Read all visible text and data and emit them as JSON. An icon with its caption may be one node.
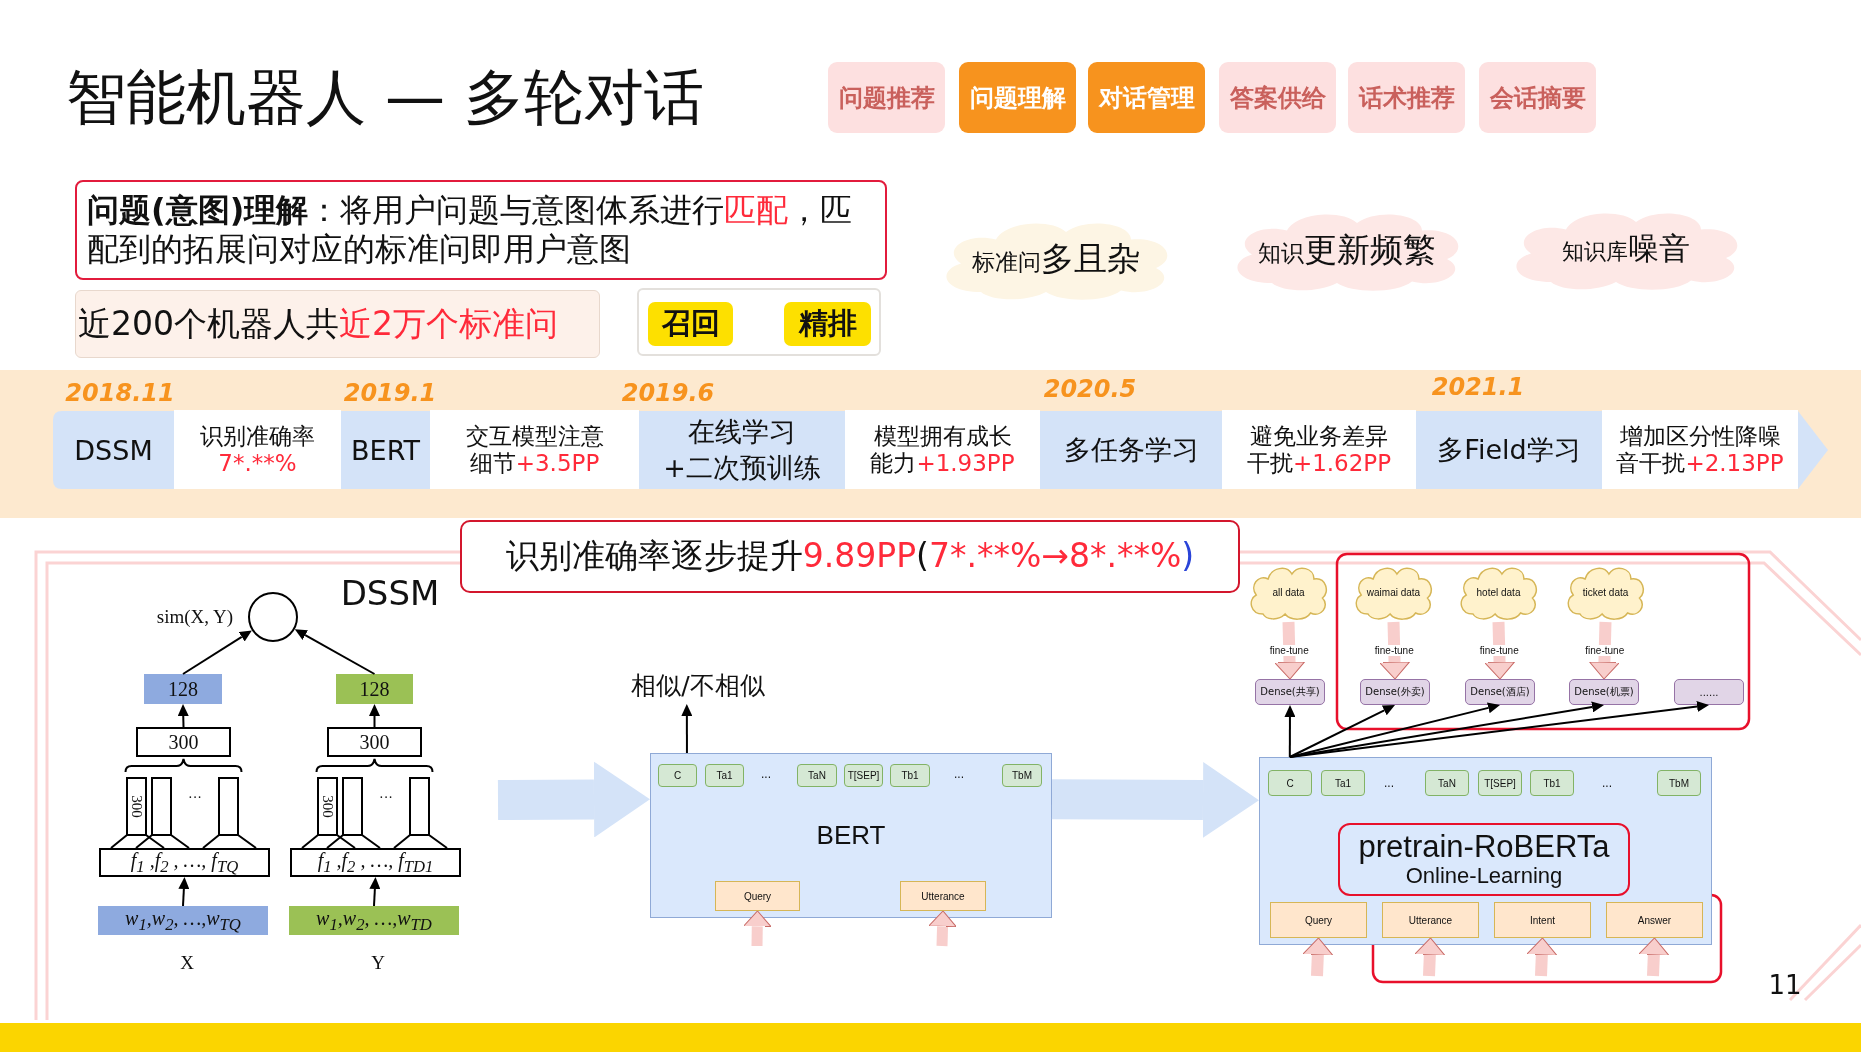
{
  "diagram": {
    "title": "智能机器人 — 多轮对话",
    "nodes": [
      {
        "text": [
          "问题推荐"
        ]
      },
      {
        "text": [
          "问题理解"
        ]
      },
      {
        "text": [
          "对话管理"
        ]
      },
      {
        "text": [
          "答案供给"
        ]
      },
      {
        "text": [
          "话术推荐"
        ]
      },
      {
        "text": [
          "会话摘要"
        ]
      },
      {
        "text": [
          "**问题(意图)理解**：将用户问题与意图体系进行",
          "匹配",
          "，匹配到的拓展问对应的标准问即用户意图"
        ]
      },
      {
        "text": [
          "近200个机器人共",
          "近2万个标准问"
        ]
      },
      {
        "text": [],
        "shape": "box"
      },
      {
        "text": [
          "召回"
        ],
        "in": 8
      },
      {
        "text": [
          "精排"
        ],
        "in": 8
      },
      {
        "text": [
          "标准问",
          "多且杂"
        ]
      },
      {
        "text": [
          "知识",
          "更新频繁"
        ]
      },
      {
        "text": [
          "知识库",
          "噪音"
        ]
      },
      {
        "text": [
          "DSSM"
        ]
      },
      {
        "text": [
          "识别准确率",
          "7*.**%"
        ]
      },
      {
        "text": [
          "BERT"
        ]
      },
      {
        "text": [
          "交互模型注意细节",
          "+3.5PP"
        ]
      },
      {
        "text": [
          "在线学习 +二次预训练"
        ]
      },
      {
        "text": [
          "模型拥有成长能力",
          "+1.93PP"
        ]
      },
      {
        "text": [
          "多任务学习"
        ]
      },
      {
        "text": [
          "避免业务差异干扰",
          "+1.62PP"
        ]
      },
      {
        "text": [
          "多Field学习"
        ]
      },
      {
        "text": [
          "增加区分性降噪音干扰",
          "+2.13PP"
        ]
      },
      {
        "text": [
          "识别准确率逐步提升",
          "9.89PP",
          "(",
          "7*.**%→8*.**%",
          ")"
        ]
      },
      {
        "text": [],
        "shape": "circle",
        "beside": [
          "sim(X, Y)"
        ]
      },
      {
        "text": [
          "128"
        ]
      },
      {
        "text": [
          "128"
        ]
      },
      {
        "text": [
          "300"
        ]
      },
      {
        "text": [
          "300"
        ]
      },
      {
        "text": [
          "f$_{1}$ ,f$_{2}$ , …, f$_{TQ}$"
        ]
      },
      {
        "text": [
          "f$_{1}$ ,f$_{2}$ , …, f$_{TD1}$"
        ]
      },
      {
        "text": [
          "w$_{1}$,w$_{2}$, …,w$_{TQ}$"
        ],
        "beside": [
          "X"
        ]
      },
      {
        "text": [
          "w$_{1}$,w$_{2}$, …,w$_{TD}$"
        ],
        "beside": [
          "Y"
        ]
      },
      {
        "text": [
          "相似/不相似"
        ]
      },
      {
        "text": [
          "BERT"
        ]
      },
      {
        "text": [
          "C"
        ],
        "in": 35
      },
      {
        "text": [
          "Ta1"
        ],
        "in": 35
      },
      {
        "text": [
          "TaN"
        ],
        "in": 35
      },
      {
        "text": [
          "T[SEP]"
        ],
        "in": 35
      },
      {
        "text": [
          "Tb1"
        ],
        "in": 35
      },
      {
        "text": [
          "TbM"
        ],
        "in": 35
      },
      {
        "text": [
          "Query"
        ],
        "in": 35
      },
      {
        "text": [
          "Utterance"
        ],
        "in": 35
      },
      {
        "text": [
          "all data"
        ]
      },
      {
        "text": [
          "waimai data"
        ]
      },
      {
        "text": [
          "hotel data"
        ]
      },
      {
        "text": [
          "ticket data"
        ]
      },
      {
        "text": [
          "Dense(共享)"
        ]
      },
      {
        "text": [
          "Dense(外卖)"
        ]
      },
      {
        "text": [
          "Dense(酒店)"
        ]
      },
      {
        "text": [
          "Dense(机票)"
        ]
      },
      {
        "text": [
          "......"
        ]
      },
      {
        "text": [],
        "shape": "box"
      },
      {
        "text": [
          "C"
        ],
        "in": 53
      },
      {
        "text": [
          "Ta1"
        ],
        "in": 53
      },
      {
        "text": [
          "TaN"
        ],
        "in": 53
      },
      {
        "text": [
          "T[SEP]"
        ],
        "in": 53
      },
      {
        "text": [
          "Tb1"
        ],
        "in": 53
      },
      {
        "text": [
          "TbM"
        ],
        "in": 53
      },
      {
        "text": [
          "pretrain-RoBERTa",
          "Online-Learning"
        ],
        "in": 53
      },
      {
        "text": [
          "Query"
        ],
        "in": 53
      },
      {
        "text": [
          "Utterance"
        ],
        "in": 53
      },
      {
        "text": [
          "Intent"
        ],
        "in": 53
      },
      {
        "text": [
          "Answer"
        ],
        "in": 53
      }
    ],
    "edges": [
      {
        "from": 32,
        "to": 30,
        "arrow": "to"
      },
      {
        "from": 33,
        "to": 31,
        "arrow": "to"
      },
      {
        "from": 28,
        "to": 26,
        "arrow": "to"
      },
      {
        "from": 29,
        "to": 27,
        "arrow": "to"
      },
      {
        "from": 26,
        "to": 25,
        "arrow": "to"
      },
      {
        "from": 27,
        "to": 25,
        "arrow": "to"
      },
      {
        "from": null,
        "to": 35,
        "arrow": "to",
        "style": "thick",
        "color": "#d4e3f8"
      },
      {
        "from": 35,
        "to": 53,
        "arrow": "to",
        "style": "thick",
        "color": "#d4e3f8"
      },
      {
        "from": 35,
        "to": 34,
        "arrow": "to"
      },
      {
        "from": null,
        "to": 42,
        "arrow": "to",
        "style": "thick",
        "color": "#f8cecc"
      },
      {
        "from": null,
        "to": 43,
        "arrow": "to",
        "style": "thick",
        "color": "#f8cecc"
      },
      {
        "from": 44,
        "to": 48,
        "arrow": "to",
        "label": "fine-tune",
        "style": "thick",
        "color": "#f8cecc"
      },
      {
        "from": 45,
        "to": 49,
        "arrow": "to",
        "label": "fine-tune",
        "style": "thick",
        "color": "#f8cecc"
      },
      {
        "from": 46,
        "to": 50,
        "arrow": "to",
        "label": "fine-tune",
        "style": "thick",
        "color": "#f8cecc"
      },
      {
        "from": 47,
        "to": 51,
        "arrow": "to",
        "label": "fine-tune",
        "style": "thick",
        "color": "#f8cecc"
      },
      {
        "from": 53,
        "to": 48,
        "arrow": "to"
      },
      {
        "from": 53,
        "to": 49,
        "arrow": "to"
      },
      {
        "from": 53,
        "to": 50,
        "arrow": "to"
      },
      {
        "from": 53,
        "to": 51,
        "arrow": "to"
      },
      {
        "from": 53,
        "to": 52,
        "arrow": "to"
      },
      {
        "from": null,
        "to": 61,
        "arrow": "to",
        "style": "thick",
        "color": "#f8cecc"
      },
      {
        "from": null,
        "to": 62,
        "arrow": "to",
        "style": "thick",
        "color": "#f8cecc"
      },
      {
        "from": null,
        "to": 63,
        "arrow": "to",
        "style": "thick",
        "color": "#f8cecc"
      },
      {
        "from": null,
        "to": 64,
        "arrow": "to",
        "style": "thick",
        "color": "#f8cecc"
      }
    ],
    "labels": [
      "2018.11",
      "2019.1",
      "2019.6",
      "2020.5",
      "2021.1",
      "DSSM",
      "300",
      "···",
      "300",
      "···",
      "...",
      "...",
      "...",
      "...",
      "11"
    ]
  }
}
